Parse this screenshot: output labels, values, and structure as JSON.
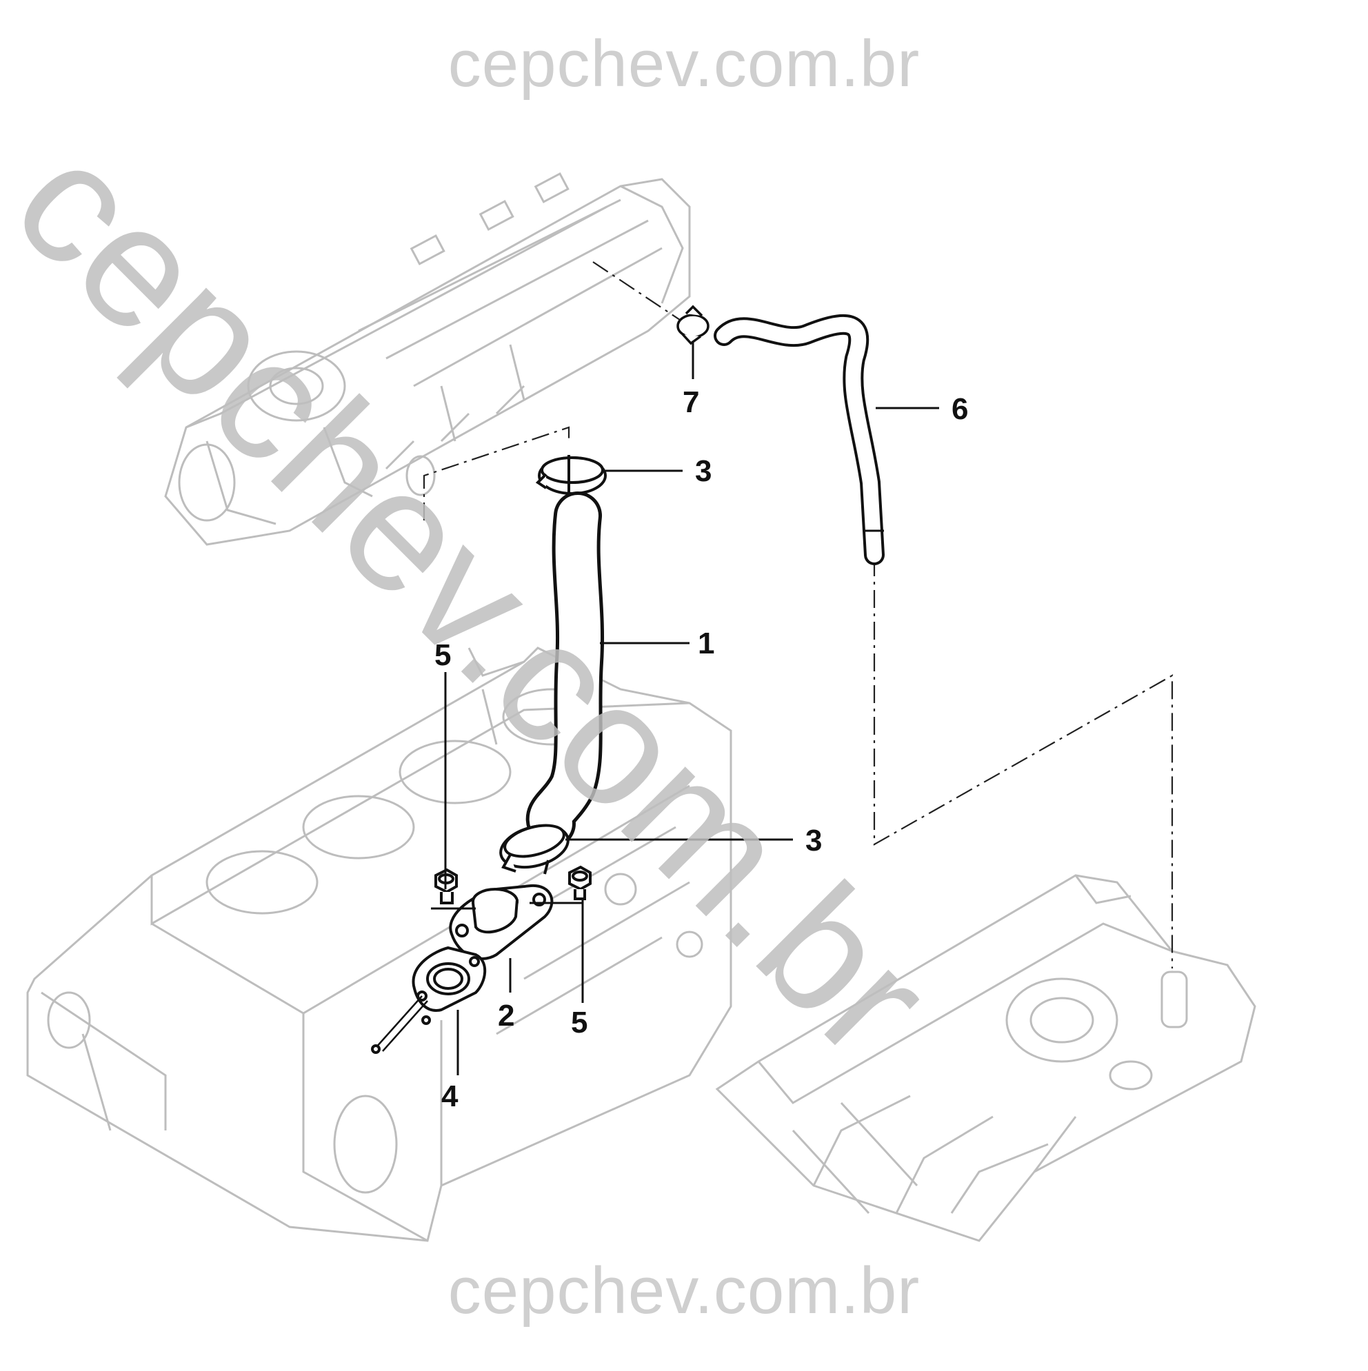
{
  "watermarks": {
    "top": "cepchev.com.br",
    "bottom": "cepchev.com.br",
    "diagonal": "cepchev.com.br"
  },
  "callouts": [
    {
      "id": "c1",
      "label": "1"
    },
    {
      "id": "c2",
      "label": "2"
    },
    {
      "id": "c3a",
      "label": "3"
    },
    {
      "id": "c3b",
      "label": "3"
    },
    {
      "id": "c4",
      "label": "4"
    },
    {
      "id": "c5a",
      "label": "5"
    },
    {
      "id": "c5b",
      "label": "5"
    },
    {
      "id": "c6",
      "label": "6"
    },
    {
      "id": "c7",
      "label": "7"
    }
  ],
  "colors": {
    "part_ink": "#111111",
    "ghost_ink": "#bdbdbd",
    "watermark": "#cfcfcf"
  }
}
